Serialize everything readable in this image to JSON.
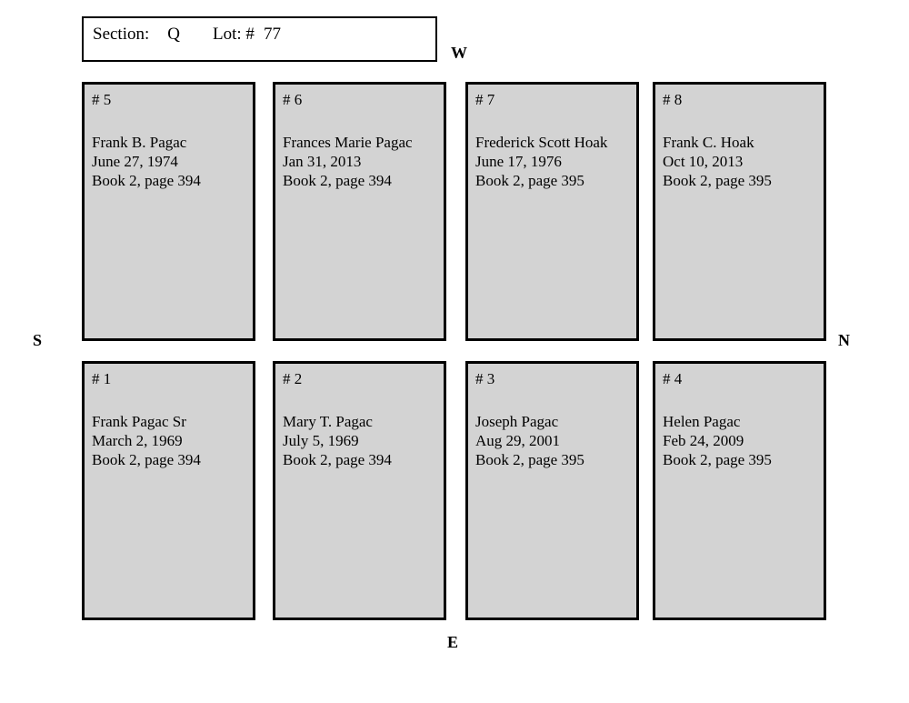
{
  "header": {
    "section_label": "Section:",
    "section_value": "Q",
    "lot_label": "Lot: #",
    "lot_value": "77"
  },
  "compass": {
    "west": "W",
    "south": "S",
    "north": "N",
    "east": "E"
  },
  "colors": {
    "plot_fill": "#d3d3d3",
    "border": "#000000",
    "background": "#ffffff"
  },
  "plots": {
    "top_row": [
      {
        "number": "# 5",
        "name": "Frank B. Pagac",
        "date": "June 27, 1974",
        "book": "Book 2, page 394"
      },
      {
        "number": "# 6",
        "name": "Frances Marie Pagac",
        "date": "Jan 31, 2013",
        "book": "Book 2, page 394"
      },
      {
        "number": "# 7",
        "name": "Frederick Scott Hoak",
        "date": "June 17, 1976",
        "book": "Book 2, page 395"
      },
      {
        "number": "# 8",
        "name": "Frank C. Hoak",
        "date": "Oct 10, 2013",
        "book": "Book 2, page 395"
      }
    ],
    "bottom_row": [
      {
        "number": "# 1",
        "name": "Frank Pagac Sr",
        "date": "March 2, 1969",
        "book": "Book 2, page 394"
      },
      {
        "number": "# 2",
        "name": "Mary T. Pagac",
        "date": "July 5, 1969",
        "book": "Book 2, page 394"
      },
      {
        "number": "# 3",
        "name": "Joseph Pagac",
        "date": "Aug 29, 2001",
        "book": "Book 2, page 395"
      },
      {
        "number": "# 4",
        "name": "Helen Pagac",
        "date": "Feb 24, 2009",
        "book": "Book 2, page 395"
      }
    ]
  }
}
